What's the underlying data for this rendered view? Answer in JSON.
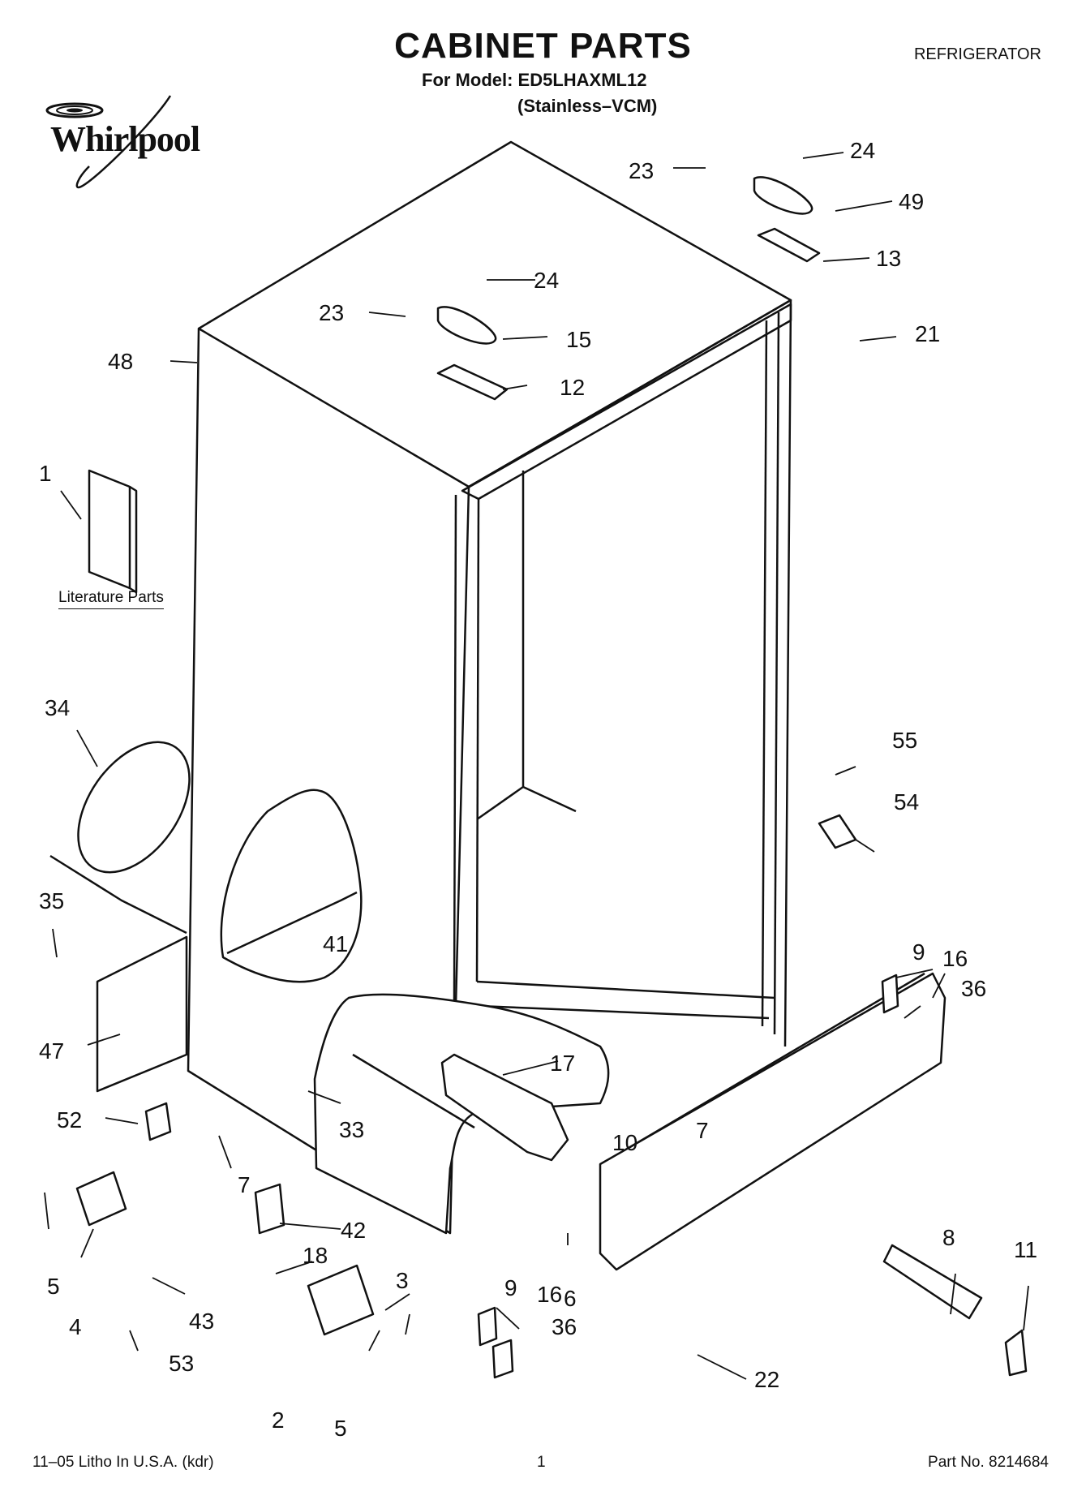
{
  "header": {
    "title": "CABINET PARTS",
    "model_line": "For Model: ED5LHAXML12",
    "variant_line": "(Stainless–VCM)",
    "product": "REFRIGERATOR"
  },
  "brand": {
    "logo_text": "Whirlpool"
  },
  "literature_label": "Literature Parts",
  "footer": {
    "left": "11–05 Litho In U.S.A. (kdr)",
    "center": "1",
    "right": "Part No. 8214684"
  },
  "callouts": [
    "1",
    "2",
    "3",
    "4",
    "5",
    "5",
    "6",
    "7",
    "7",
    "8",
    "9",
    "9",
    "10",
    "11",
    "12",
    "13",
    "15",
    "16",
    "16",
    "17",
    "18",
    "21",
    "22",
    "23",
    "23",
    "24",
    "24",
    "33",
    "34",
    "35",
    "36",
    "36",
    "41",
    "42",
    "43",
    "47",
    "48",
    "49",
    "52",
    "53",
    "54",
    "55"
  ]
}
